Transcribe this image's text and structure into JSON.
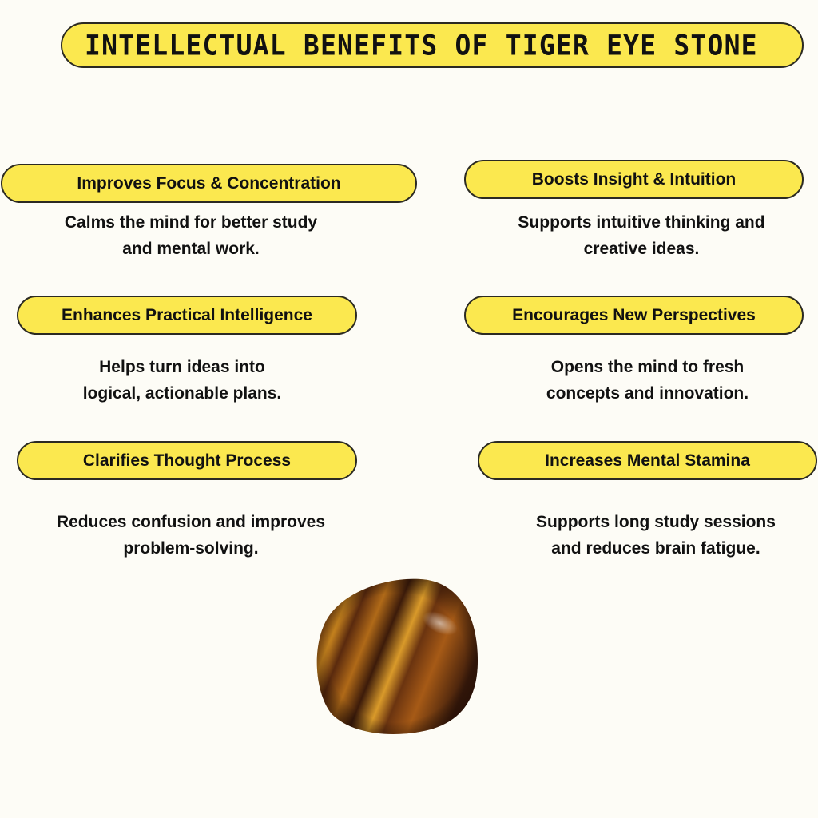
{
  "title": "INTELLECTUAL BENEFITS OF TIGER EYE STONE",
  "colors": {
    "background": "#fdfcf6",
    "pill_fill": "#fbe84f",
    "pill_border": "#2b2a22",
    "text": "#111111"
  },
  "benefits": [
    {
      "heading": "Improves Focus & Concentration",
      "line1": "Calms the mind for better study",
      "line2": "and mental work."
    },
    {
      "heading": "Boosts Insight & Intuition",
      "line1": "Supports intuitive thinking and",
      "line2": "creative ideas."
    },
    {
      "heading": "Enhances Practical Intelligence",
      "line1": "Helps turn ideas into",
      "line2": "logical, actionable plans."
    },
    {
      "heading": "Encourages New Perspectives",
      "line1": "Opens the mind to fresh",
      "line2": "concepts and innovation."
    },
    {
      "heading": "Clarifies Thought Process",
      "line1": "Reduces confusion and improves",
      "line2": "problem-solving."
    },
    {
      "heading": "Increases Mental Stamina",
      "line1": "Supports long study sessions",
      "line2": "and reduces brain fatigue."
    }
  ],
  "image": {
    "subject": "tiger-eye-stone"
  }
}
